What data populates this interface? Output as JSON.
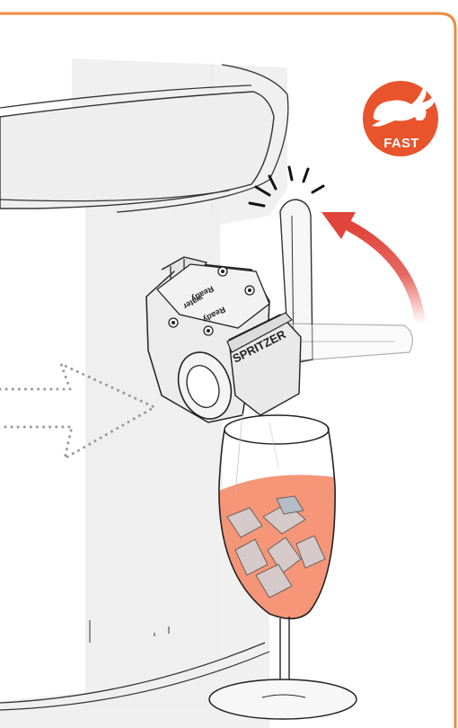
{
  "colors": {
    "frame": "#f0893b",
    "badge": "#e8542b",
    "arrow": "#e0443a",
    "drink": "#f48b6a",
    "outline": "#222222",
    "cylinder": "#f0f0f0"
  },
  "badge": {
    "label": "FAST",
    "icon": "rabbit-icon"
  },
  "dispenser": {
    "brand": "SPRITZER",
    "side_text_line1": "water",
    "side_text_line2": "Ready",
    "side_text_line3": "Ready"
  }
}
